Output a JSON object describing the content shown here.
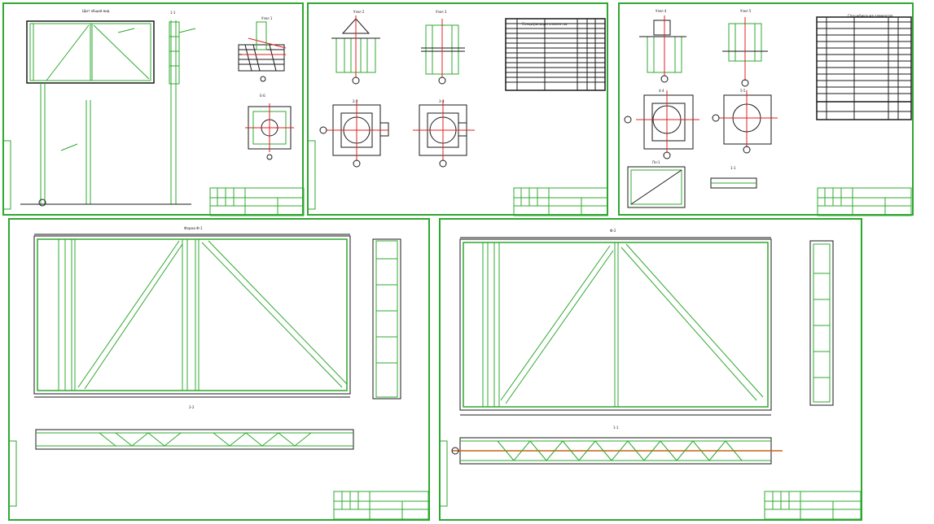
{
  "sheets": [
    {
      "id": "sheet-1",
      "title": "Щит общий вид",
      "views": [
        "1-1",
        "Узел 1",
        "Б-Б"
      ]
    },
    {
      "id": "sheet-2",
      "title": "",
      "views": [
        "Узел 2",
        "Узел 3",
        "2-2",
        "3-3"
      ],
      "table_title": "Спецификация элементов"
    },
    {
      "id": "sheet-3",
      "title": "",
      "views": [
        "Узел 4",
        "Узел 5",
        "4-4",
        "5-5",
        "Пл-1",
        "1-1"
      ],
      "table_title": "Спецификация элементов"
    },
    {
      "id": "sheet-4",
      "title": "Ферма Ф-1",
      "views": [
        "2-2"
      ]
    },
    {
      "id": "sheet-5",
      "title": "Ф-2",
      "views": [
        "1-1"
      ]
    }
  ],
  "colors": {
    "frame": "#2fa82f",
    "line": "#1a1a1a",
    "axis": "#e02020",
    "accent": "#c86414"
  }
}
